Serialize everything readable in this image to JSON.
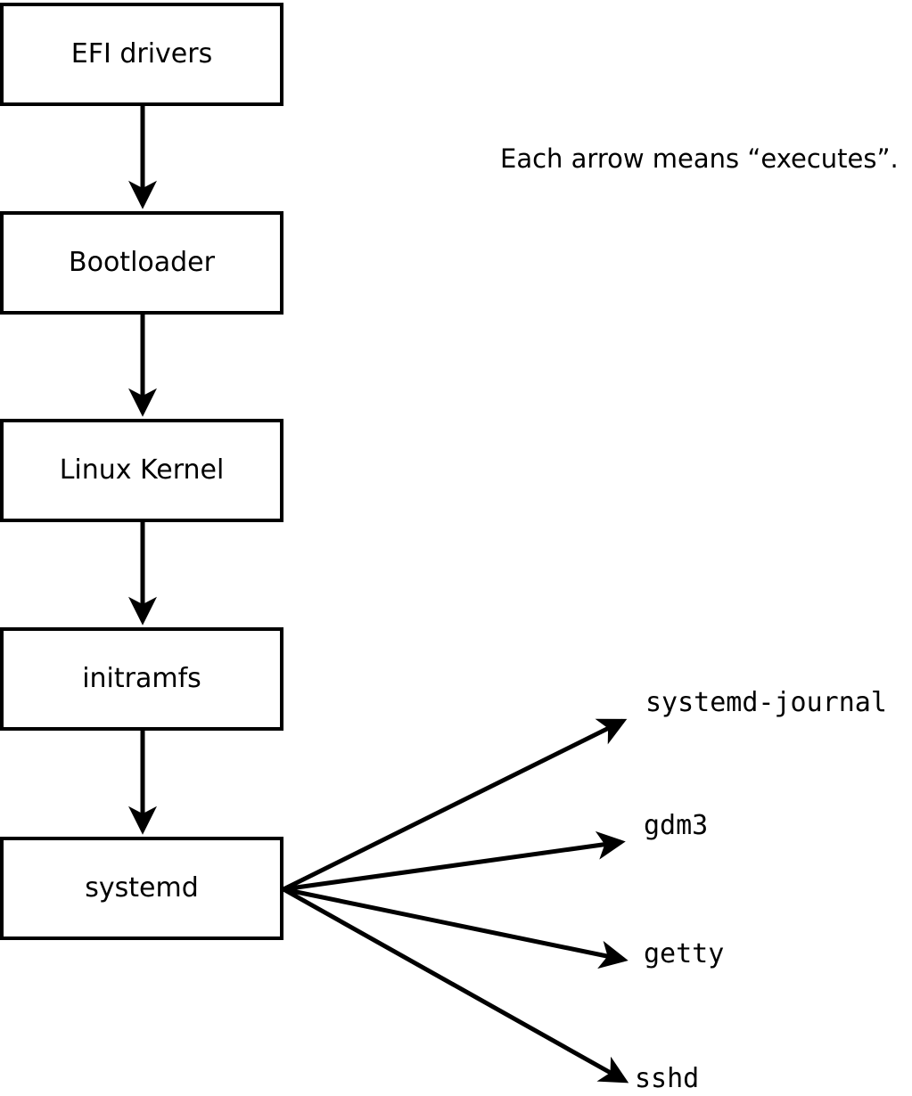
{
  "diagram": {
    "caption": "Each arrow means “executes”.",
    "arrow_meaning": "executes",
    "chain": [
      {
        "label": "EFI drivers"
      },
      {
        "label": "Bootloader"
      },
      {
        "label": "Linux Kernel"
      },
      {
        "label": "initramfs"
      },
      {
        "label": "systemd"
      }
    ],
    "spawned": [
      {
        "label": "systemd-journal"
      },
      {
        "label": "gdm3"
      },
      {
        "label": "getty"
      },
      {
        "label": "sshd"
      }
    ],
    "colors": {
      "stroke": "#000000",
      "background": "#ffffff"
    }
  }
}
